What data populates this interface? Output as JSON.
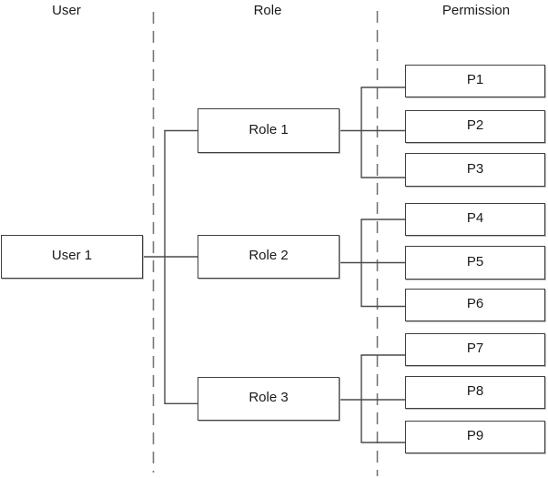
{
  "diagram": {
    "type": "rbac-hierarchy",
    "columns": [
      {
        "label": "User"
      },
      {
        "label": "Role"
      },
      {
        "label": "Permission"
      }
    ],
    "user": {
      "label": "User 1"
    },
    "roles": [
      {
        "label": "Role 1"
      },
      {
        "label": "Role 2"
      },
      {
        "label": "Role 3"
      }
    ],
    "permissions": [
      {
        "label": "P1"
      },
      {
        "label": "P2"
      },
      {
        "label": "P3"
      },
      {
        "label": "P4"
      },
      {
        "label": "P5"
      },
      {
        "label": "P6"
      },
      {
        "label": "P7"
      },
      {
        "label": "P8"
      },
      {
        "label": "P9"
      }
    ],
    "edges": [
      {
        "from": "User 1",
        "to": "Role 1"
      },
      {
        "from": "User 1",
        "to": "Role 2"
      },
      {
        "from": "User 1",
        "to": "Role 3"
      },
      {
        "from": "Role 1",
        "to": "P1"
      },
      {
        "from": "Role 1",
        "to": "P2"
      },
      {
        "from": "Role 1",
        "to": "P3"
      },
      {
        "from": "Role 2",
        "to": "P4"
      },
      {
        "from": "Role 2",
        "to": "P5"
      },
      {
        "from": "Role 2",
        "to": "P6"
      },
      {
        "from": "Role 3",
        "to": "P7"
      },
      {
        "from": "Role 3",
        "to": "P8"
      },
      {
        "from": "Role 3",
        "to": "P9"
      }
    ],
    "colors": {
      "background": "#ffffff",
      "box_border": "#3f3f3f",
      "connector_line": "#4a4a4a",
      "separator_dashed": "#767676",
      "text": "#1a1a1a"
    }
  }
}
